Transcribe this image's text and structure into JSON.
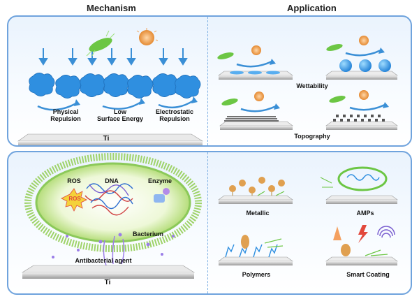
{
  "headers": {
    "mechanism": "Mechanism",
    "application": "Application"
  },
  "mechanism": {
    "labels": {
      "physical": "Physical\nRepulsion",
      "low_energy": "Low\nSurface Energy",
      "electrostatic": "Electrostatic\nRepulsion",
      "substrate": "Ti"
    }
  },
  "application_top": {
    "wettability": "Wettability",
    "topography": "Topography"
  },
  "bacterium_panel": {
    "ros": "ROS",
    "ros_badge": "ROS",
    "dna": "DNA",
    "enzyme": "Enzyme",
    "bacterium": "Bacterium",
    "agent": "Antibacterial agent",
    "substrate": "Ti"
  },
  "application_bottom": {
    "metallic": "Metallic",
    "amps": "AMPs",
    "polymers": "Polymers",
    "smart": "Smart Coating"
  },
  "colors": {
    "panel_border": "#6fa3dd",
    "protein": "#2f8fe0",
    "arrow": "#3a8fd6",
    "bacteria_green": "#6cc644",
    "particle_orange": "#f0a45a",
    "ros_red": "#e2483c"
  }
}
